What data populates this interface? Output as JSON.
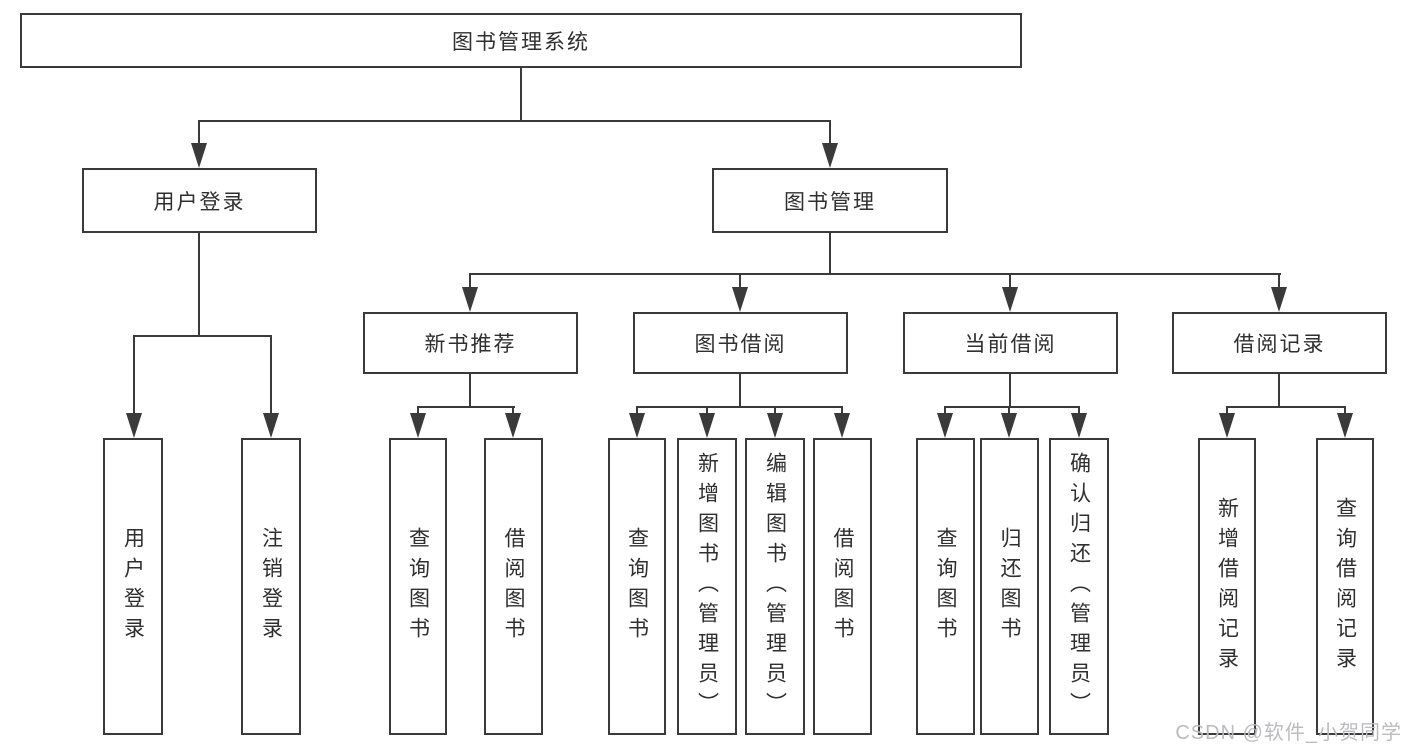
{
  "tree": {
    "root": {
      "label": "图书管理系统"
    },
    "branches": [
      {
        "label": "用户登录",
        "children": [
          {
            "label": "用户登录"
          },
          {
            "label": "注销登录"
          }
        ]
      },
      {
        "label": "图书管理",
        "children": [
          {
            "label": "新书推荐",
            "children": [
              {
                "label": "查询图书"
              },
              {
                "label": "借阅图书"
              }
            ]
          },
          {
            "label": "图书借阅",
            "children": [
              {
                "label": "查询图书"
              },
              {
                "label": "新增图书（管理员）"
              },
              {
                "label": "编辑图书（管理员）"
              },
              {
                "label": "借阅图书"
              }
            ]
          },
          {
            "label": "当前借阅",
            "children": [
              {
                "label": "查询图书"
              },
              {
                "label": "归还图书"
              },
              {
                "label": "确认归还（管理员）"
              }
            ]
          },
          {
            "label": "借阅记录",
            "children": [
              {
                "label": "新增借阅记录"
              },
              {
                "label": "查询借阅记录"
              }
            ]
          }
        ]
      }
    ]
  },
  "watermark": {
    "text": "CSDN @软件_小贺同学"
  },
  "colors": {
    "line": "#3a3a3a",
    "text": "#2f2f2f",
    "background": "#ffffff",
    "watermark": "#bcbcc0"
  }
}
